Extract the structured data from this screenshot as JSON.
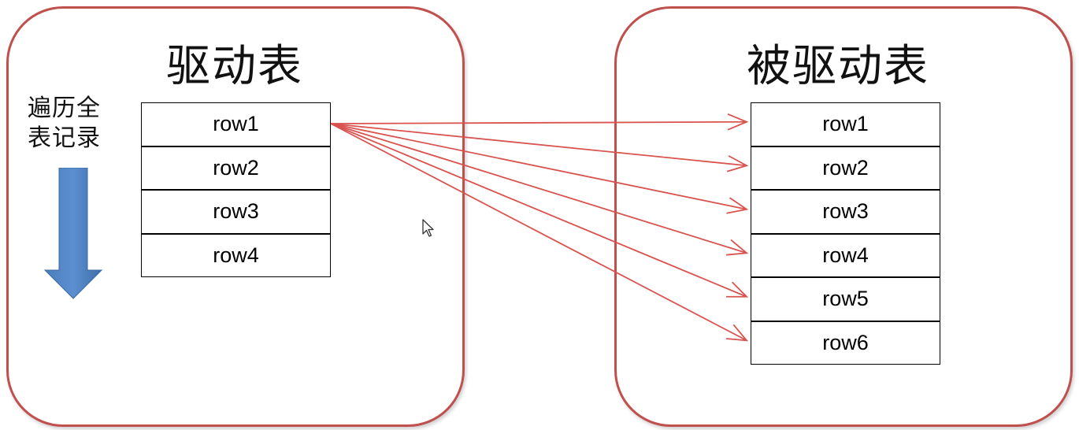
{
  "driving_table": {
    "title": "驱动表",
    "scan_label": "遍历全表记录",
    "rows": [
      "row1",
      "row2",
      "row3",
      "row4"
    ]
  },
  "driven_table": {
    "title": "被驱动表",
    "rows": [
      "row1",
      "row2",
      "row3",
      "row4",
      "row5",
      "row6"
    ]
  },
  "connections": {
    "from_row": 0,
    "to_rows": [
      0,
      1,
      2,
      3,
      4,
      5
    ]
  },
  "colors": {
    "panel_border": "#c0504d",
    "connector": "#d9534f",
    "scan_arrow": "#4f81bd"
  }
}
